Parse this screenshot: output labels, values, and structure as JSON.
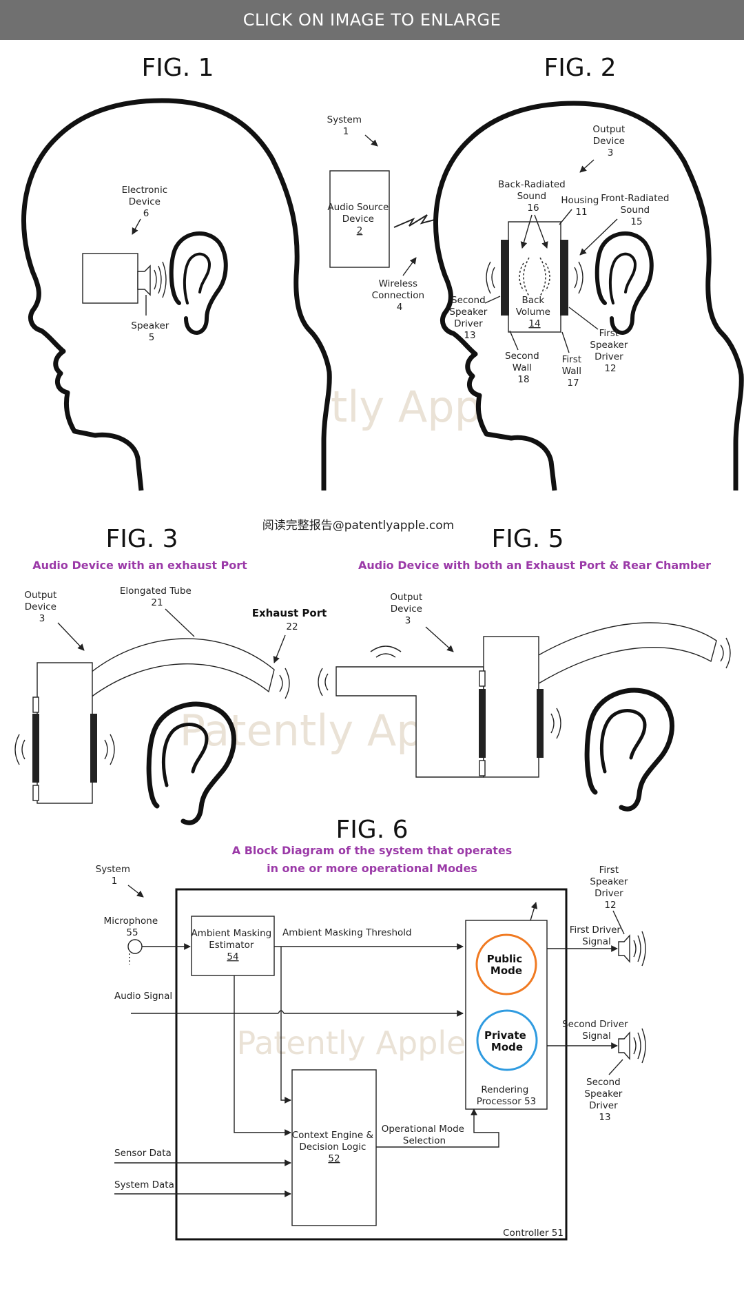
{
  "banner": {
    "text": "CLICK ON IMAGE TO ENLARGE"
  },
  "watermark": "Patently Apple",
  "source_credit": "阅读完整报告@patentlyapple.com",
  "fig1": {
    "title": "FIG. 1",
    "electronic_device": [
      "Electronic",
      "Device",
      "6"
    ],
    "speaker": [
      "Speaker",
      "5"
    ]
  },
  "fig2": {
    "title": "FIG. 2",
    "system": [
      "System",
      "1"
    ],
    "audio_source": [
      "Audio Source",
      "Device",
      "2"
    ],
    "wireless": [
      "Wireless",
      "Connection",
      "4"
    ],
    "output_device": [
      "Output",
      "Device",
      "3"
    ],
    "back_radiated": [
      "Back-Radiated",
      "Sound",
      "16"
    ],
    "housing": [
      "Housing",
      "11"
    ],
    "front_radiated": [
      "Front-Radiated",
      "Sound",
      "15"
    ],
    "second_driver": [
      "Second",
      "Speaker",
      "Driver",
      "13"
    ],
    "back_volume": [
      "Back",
      "Volume",
      "14"
    ],
    "first_driver": [
      "First",
      "Speaker",
      "Driver",
      "12"
    ],
    "second_wall": [
      "Second",
      "Wall",
      "18"
    ],
    "first_wall": [
      "First",
      "Wall",
      "17"
    ]
  },
  "fig3": {
    "title": "FIG. 3",
    "subtitle": "Audio Device with an exhaust Port",
    "output_device": [
      "Output",
      "Device",
      "3"
    ],
    "tube": [
      "Elongated Tube",
      "21"
    ],
    "exhaust": [
      "Exhaust Port",
      "22"
    ]
  },
  "fig5": {
    "title": "FIG. 5",
    "subtitle": "Audio Device with both an Exhaust Port & Rear Chamber",
    "output_device": [
      "Output",
      "Device",
      "3"
    ]
  },
  "fig6": {
    "title": "FIG. 6",
    "subtitle": [
      "A Block Diagram of the system that operates",
      "in one or more operational Modes"
    ],
    "system": [
      "System",
      "1"
    ],
    "microphone": [
      "Microphone",
      "55"
    ],
    "estimator": [
      "Ambient Masking",
      "Estimator",
      "54"
    ],
    "threshold": "Ambient Masking Threshold",
    "audio_signal": "Audio Signal",
    "public_mode": [
      "Public",
      "Mode"
    ],
    "private_mode": [
      "Private",
      "Mode"
    ],
    "rendering": [
      "Rendering",
      "Processor 53"
    ],
    "context": [
      "Context Engine &",
      "Decision Logic",
      "52"
    ],
    "op_mode": [
      "Operational Mode",
      "Selection"
    ],
    "sensor_data": "Sensor Data",
    "system_data": "System Data",
    "controller": "Controller 51",
    "first_driver": [
      "First",
      "Speaker",
      "Driver",
      "12"
    ],
    "first_signal": [
      "First Driver",
      "Signal"
    ],
    "second_signal": [
      "Second Driver",
      "Signal"
    ],
    "second_driver": [
      "Second",
      "Speaker",
      "Driver",
      "13"
    ],
    "public_color": "#f07a22",
    "private_color": "#2f9be0"
  }
}
